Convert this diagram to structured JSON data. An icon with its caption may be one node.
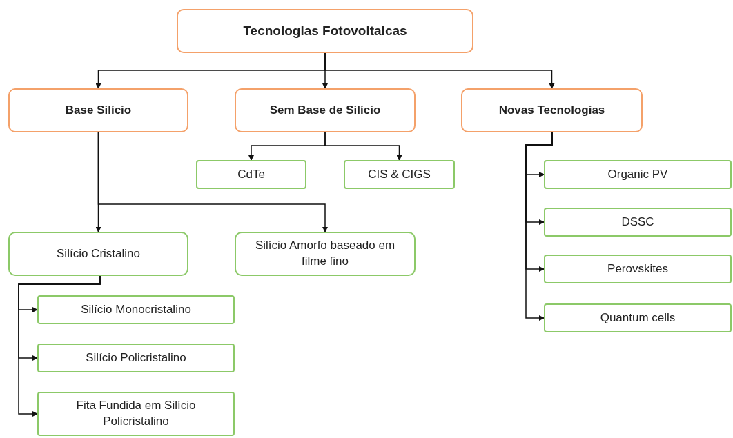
{
  "diagram": {
    "nodes": [
      {
        "text": [
          "Tecnologias Fotovoltaicas"
        ]
      },
      {
        "text": [
          "Base Silício"
        ]
      },
      {
        "text": [
          "Sem Base de Silício"
        ]
      },
      {
        "text": [
          "Novas Tecnologias"
        ]
      },
      {
        "text": [
          "CdTe"
        ]
      },
      {
        "text": [
          "CIS & CIGS"
        ]
      },
      {
        "text": [
          "Silício Cristalino"
        ]
      },
      {
        "text": [
          "Silício Amorfo baseado em filme fino"
        ]
      },
      {
        "text": [
          "Silício Monocristalino"
        ]
      },
      {
        "text": [
          "Silício Policristalino"
        ]
      },
      {
        "text": [
          "Fita Fundida em Silício Policristalino"
        ]
      },
      {
        "text": [
          "Organic PV"
        ]
      },
      {
        "text": [
          "DSSC"
        ]
      },
      {
        "text": [
          "Perovskites"
        ]
      },
      {
        "text": [
          "Quantum cells"
        ]
      }
    ],
    "edges": [
      {
        "from": 0,
        "to": 1,
        "arrow": "to"
      },
      {
        "from": 0,
        "to": 2,
        "arrow": "to"
      },
      {
        "from": 0,
        "to": 3,
        "arrow": "to"
      },
      {
        "from": 2,
        "to": 4,
        "arrow": "to"
      },
      {
        "from": 2,
        "to": 5,
        "arrow": "to"
      },
      {
        "from": 1,
        "to": 6,
        "arrow": "to"
      },
      {
        "from": 1,
        "to": 7,
        "arrow": "to"
      },
      {
        "from": 6,
        "to": 8,
        "arrow": "to"
      },
      {
        "from": 6,
        "to": 9,
        "arrow": "to"
      },
      {
        "from": 6,
        "to": 10,
        "arrow": "to"
      },
      {
        "from": 3,
        "to": 11,
        "arrow": "to"
      },
      {
        "from": 3,
        "to": 12,
        "arrow": "to"
      },
      {
        "from": 3,
        "to": 13,
        "arrow": "to"
      },
      {
        "from": 3,
        "to": 14,
        "arrow": "to"
      }
    ]
  }
}
